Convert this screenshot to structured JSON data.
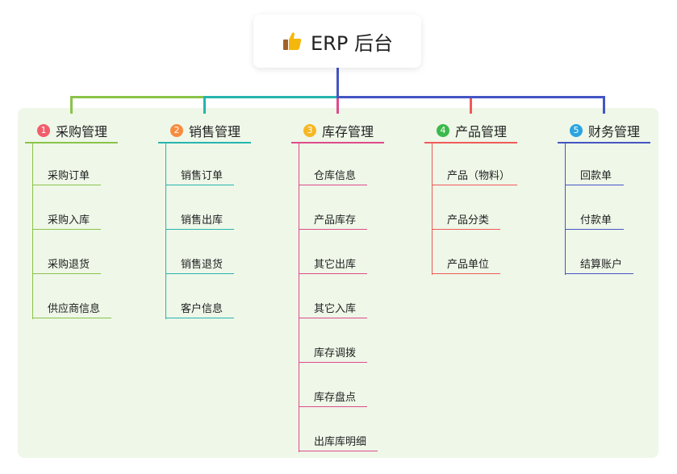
{
  "root": {
    "title": "ERP 后台",
    "icon": "thumbs-up-icon"
  },
  "branches": [
    {
      "num": "1",
      "title": "采购管理",
      "color": "#8bc34a",
      "badge": "#f25d6b",
      "items": [
        "采购订单",
        "采购入库",
        "采购退货",
        "供应商信息"
      ]
    },
    {
      "num": "2",
      "title": "销售管理",
      "color": "#26b5ae",
      "badge": "#f78c40",
      "items": [
        "销售订单",
        "销售出库",
        "销售退货",
        "客户信息"
      ]
    },
    {
      "num": "3",
      "title": "库存管理",
      "color": "#e04a8a",
      "badge": "#f5b724",
      "items": [
        "仓库信息",
        "产品库存",
        "其它出库",
        "其它入库",
        "库存调拨",
        "库存盘点",
        "出库库明细"
      ]
    },
    {
      "num": "4",
      "title": "产品管理",
      "color": "#f05a5a",
      "badge": "#3cb94a",
      "items": [
        "产品（物料）",
        "产品分类",
        "产品单位"
      ]
    },
    {
      "num": "5",
      "title": "财务管理",
      "color": "#4455c4",
      "badge": "#2ba4e0",
      "items": [
        "回款单",
        "付款单",
        "结算账户"
      ]
    }
  ]
}
